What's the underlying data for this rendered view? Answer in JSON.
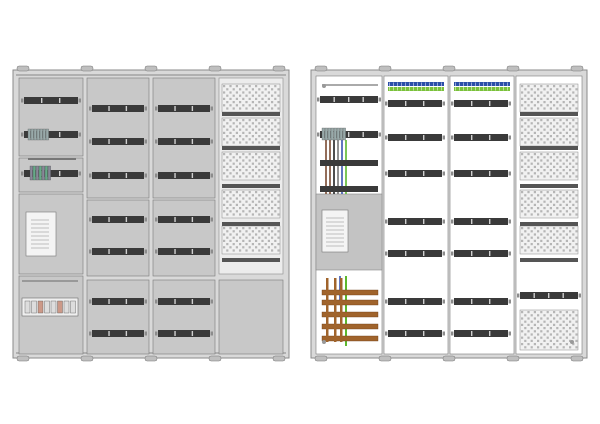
{
  "colors": {
    "background": "#ffffff",
    "frame": "#d9d9d9",
    "frame_stroke": "#8a8a8a",
    "cover": "#c8c8c8",
    "cover_dark": "#bdbdbd",
    "rail": "#3a3a3a",
    "rail_light": "#8c8c8c",
    "interior": "#f2f2f2",
    "mesh": "#b5b5b5",
    "busbar_brown": "#a0642c",
    "wire_green": "#5cb82e",
    "wire_blue": "#3a55b0",
    "wire_brown": "#7a4a30",
    "terminal_blue": "#2b4ea8",
    "terminal_green": "#7ac13a"
  },
  "cabinets": [
    {
      "id": "closed-cabinet",
      "view": "front-with-covers"
    },
    {
      "id": "open-cabinet",
      "view": "interior-without-covers"
    }
  ],
  "labels": {
    "left_tag_small": "",
    "left_bottom_tag": ""
  }
}
